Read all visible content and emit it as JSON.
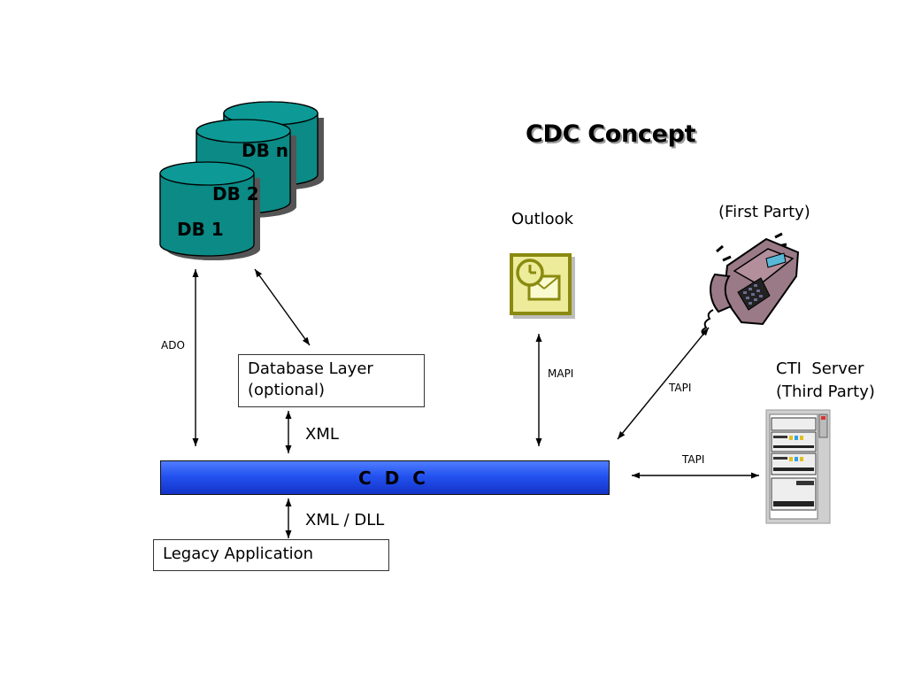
{
  "title": "CDC Concept",
  "databases": [
    {
      "label": "DB 1"
    },
    {
      "label": "DB 2"
    },
    {
      "label": "DB n"
    }
  ],
  "outlook": {
    "label": "Outlook"
  },
  "phone": {
    "label": "(First Party)"
  },
  "cti": {
    "line1": "CTI  Server",
    "line2": "(Third Party)"
  },
  "database_layer": {
    "label": "Database Layer\n(optional)"
  },
  "cdc": {
    "label": "C D C"
  },
  "legacy": {
    "label": "Legacy Application"
  },
  "connections": {
    "ado": "ADO",
    "xml": "XML",
    "xml_dll": "XML / DLL",
    "mapi": "MAPI",
    "tapi_phone": "TAPI",
    "tapi_server": "TAPI"
  },
  "colors": {
    "db_fill": "#0b8a86",
    "cdc_bar": "#2352f0",
    "outlook_frame": "#8a8a10",
    "phone_body": "#9a7a86"
  }
}
